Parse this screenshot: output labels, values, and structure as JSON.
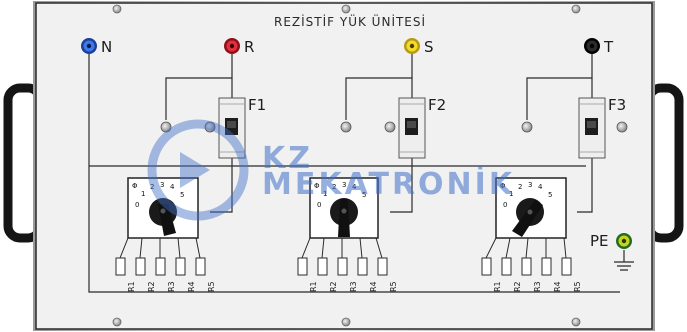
{
  "panel": {
    "title": "REZİSTİF YÜK ÜNİTESİ"
  },
  "terminals": [
    {
      "label": "N",
      "color": "#2a63d4"
    },
    {
      "label": "R",
      "color": "#d51f2b"
    },
    {
      "label": "S",
      "color": "#f0d21a"
    },
    {
      "label": "T",
      "color": "#1a1a1a"
    },
    {
      "label": "PE",
      "color": "#3ea63a"
    }
  ],
  "fuses": [
    {
      "label": "F1"
    },
    {
      "label": "F2"
    },
    {
      "label": "F3"
    }
  ],
  "switches": [
    {
      "phi": "Φ",
      "positions": [
        "0",
        "1",
        "2",
        "3",
        "4",
        "5"
      ]
    },
    {
      "phi": "Φ",
      "positions": [
        "0",
        "1",
        "2",
        "3",
        "4",
        "5"
      ]
    },
    {
      "phi": "Φ",
      "positions": [
        "0",
        "1",
        "2",
        "3",
        "4",
        "5"
      ]
    }
  ],
  "resistors": [
    "R1",
    "R2",
    "R3",
    "R4",
    "R5"
  ],
  "watermark": {
    "line1": "KZ",
    "line2": "MEKATRONİK"
  },
  "colors": {
    "panel_bg": "#efefef",
    "panel_border": "#1f1f1f",
    "frame_silver": "#c9c9c9",
    "handle": "#141414",
    "watermark_blue": "#3f6fc8"
  }
}
